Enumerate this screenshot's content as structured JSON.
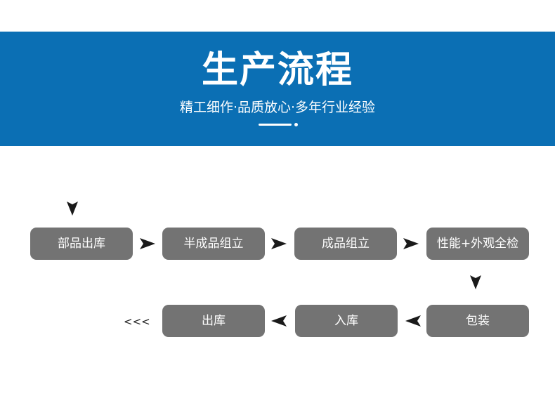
{
  "header": {
    "title": "生产流程",
    "subtitle": "精工细作·品质放心·多年行业经验",
    "bg_color": "#0b6fb4"
  },
  "flow": {
    "row1": [
      "部品出库",
      "半成品组立",
      "成品组立",
      "性能+外观全检"
    ],
    "row2": [
      "包装",
      "入库",
      "出库"
    ],
    "continuation": "<<<",
    "step_color": "#737373"
  }
}
